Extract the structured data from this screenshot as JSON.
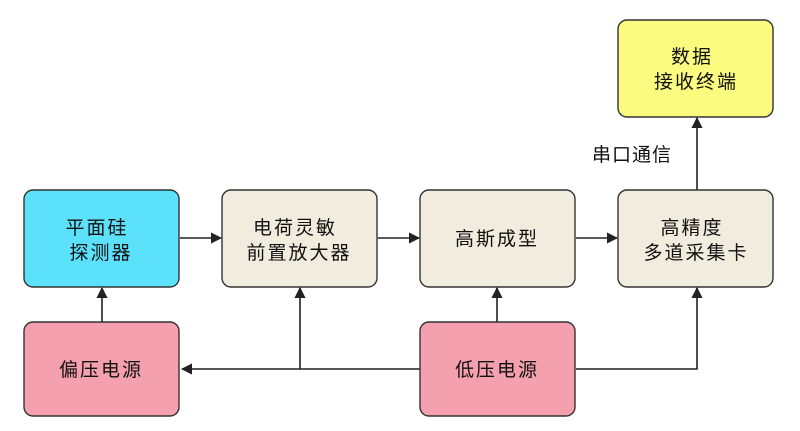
{
  "colors": {
    "detector": "#5ce1fb",
    "module": "#f2ecde",
    "power": "#f5a0af",
    "terminal": "#fbfb80",
    "stroke": "#333333",
    "line": "#222222"
  },
  "nodes": {
    "detector": {
      "lines": [
        "平面硅",
        "探测器"
      ]
    },
    "preamp": {
      "lines": [
        "电荷灵敏",
        "前置放大器"
      ]
    },
    "shaping": {
      "lines": [
        "高斯成型"
      ]
    },
    "mca": {
      "lines": [
        "高精度",
        "多道采集卡"
      ]
    },
    "terminal": {
      "lines": [
        "数据",
        "接收终端"
      ]
    },
    "bias": {
      "lines": [
        "偏压电源"
      ]
    },
    "lowvolt": {
      "lines": [
        "低压电源"
      ]
    }
  },
  "edges": {
    "serial_label": "串口通信"
  }
}
